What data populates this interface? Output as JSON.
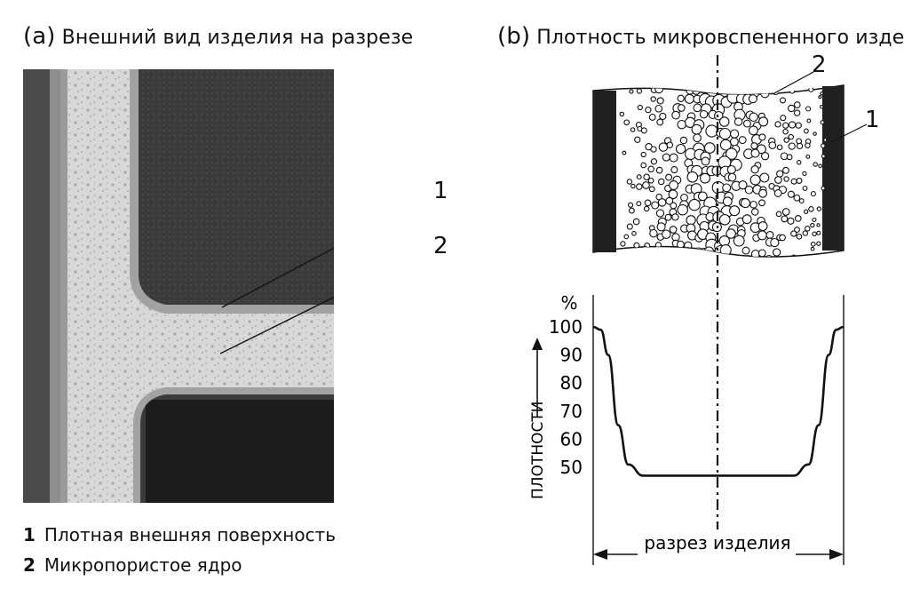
{
  "panel_a": {
    "tag": "(a)",
    "title": "Внешний вид изделия на разрезе",
    "callouts": [
      "1",
      "2"
    ]
  },
  "panel_b": {
    "tag": "(b)",
    "title": "Плотность микровспененного изделия",
    "callouts": [
      "2",
      "1"
    ]
  },
  "legend": {
    "items": [
      {
        "num": "1",
        "text": "Плотная внешняя поверхность"
      },
      {
        "num": "2",
        "text": "Микропористое ядро"
      }
    ]
  },
  "chart_data": {
    "type": "line",
    "ylabel": "ПЛОТНОСТИ",
    "yunit": "%",
    "xlabel": "разрез изделия",
    "yticks": [
      100,
      90,
      80,
      70,
      60,
      50
    ],
    "x": [
      0,
      0.03,
      0.06,
      0.1,
      0.14,
      0.2,
      0.3,
      0.5,
      0.7,
      0.8,
      0.86,
      0.9,
      0.94,
      0.97,
      1.0
    ],
    "values": [
      100,
      99,
      90,
      65,
      51,
      47,
      47,
      47,
      47,
      47,
      51,
      65,
      90,
      99,
      100
    ],
    "ylim": [
      40,
      100
    ]
  },
  "colors": {
    "ink": "#111111",
    "skin": "#9a9a98",
    "dark": "#2e2e2e"
  }
}
